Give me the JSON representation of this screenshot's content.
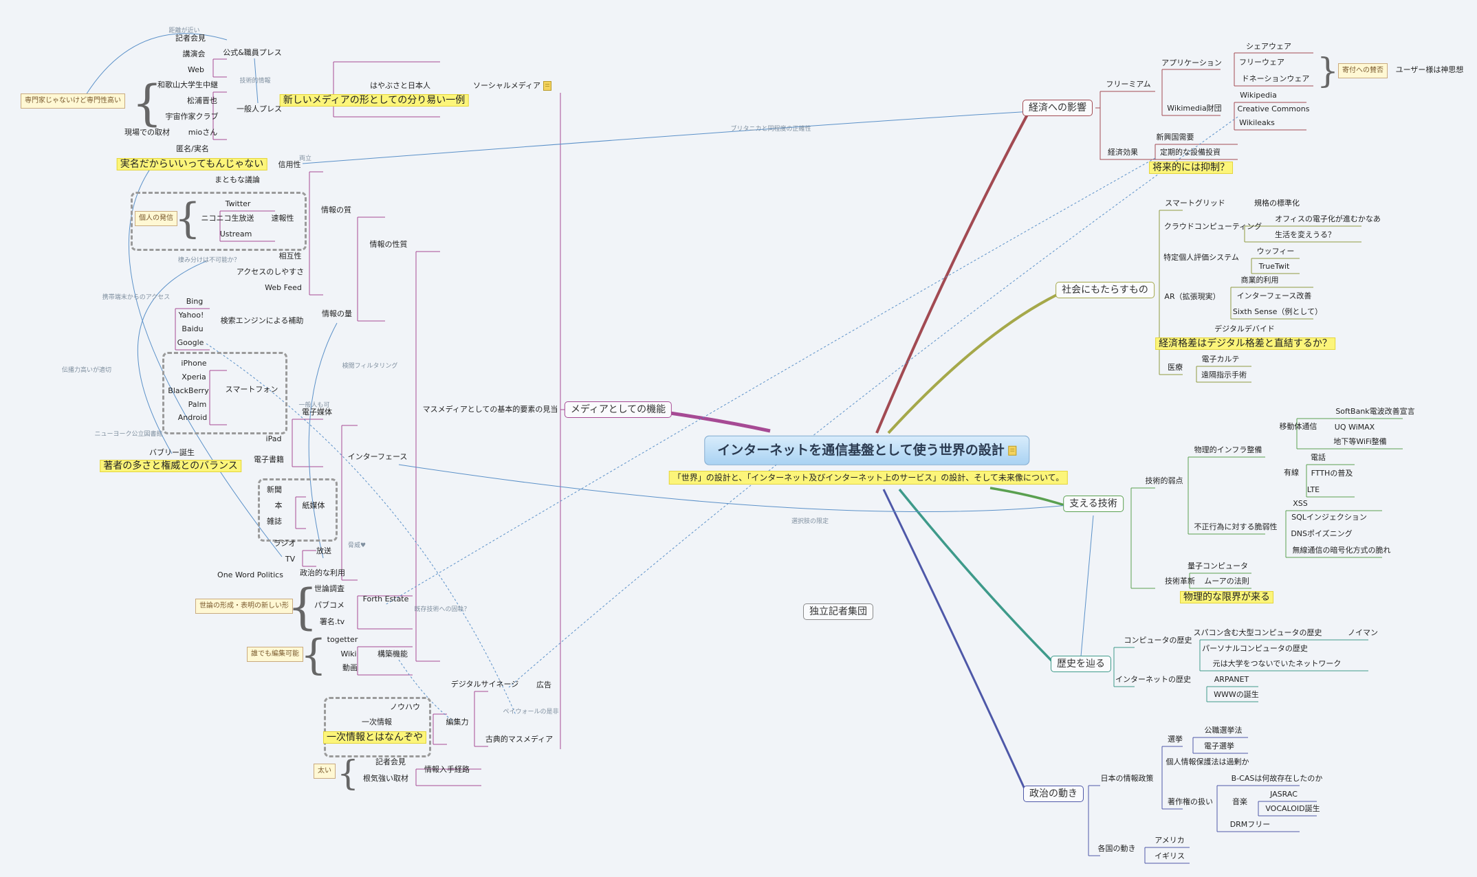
{
  "root": {
    "title": "インターネットを通信基盤として使う世界の設計",
    "subtitle": "「世界」の設計と、「インターネット及びインターネット上のサービス」の設計、そして未来像について。",
    "memo": "memo-icon"
  },
  "floating": {
    "independent": "独立記者集団"
  },
  "branches": {
    "economy": {
      "label": "経済への影響",
      "color": "#a24a52"
    },
    "society": {
      "label": "社会にもたらすもの",
      "color": "#a5a84a"
    },
    "tech": {
      "label": "支える技術",
      "color": "#5aa050"
    },
    "history": {
      "label": "歴史を辿る",
      "color": "#3e9a8a"
    },
    "politics": {
      "label": "政治の動き",
      "color": "#4e58a8"
    },
    "media": {
      "label": "メディアとしての機能",
      "color": "#a64a94"
    }
  },
  "economy": {
    "freemium": "フリーミアム",
    "application": "アプリケーション",
    "shareware": "シェアウェア",
    "freeware": "フリーウェア",
    "donationware": "ドネーションウェア",
    "donation_note": "寄付への賛否",
    "user_god": "ユーザー様は神思想",
    "wikimedia": "Wikimedia財団",
    "wikipedia": "Wikipedia",
    "cc": "Creative Commons",
    "wikileaks": "Wikileaks",
    "eco_effect": "経済効果",
    "emerging": "新興国需要",
    "capex": "定期的な設備投資",
    "future_hl": "将来的には抑制？"
  },
  "society": {
    "smartgrid": "スマートグリッド",
    "standard": "規格の標準化",
    "cloud": "クラウドコンピューティング",
    "office": "オフィスの電子化が進むかなあ",
    "life": "生活を変えうる？",
    "reputation": "特定個人評価システム",
    "woofie": "ウッフィー",
    "truetwit": "TrueTwit",
    "ar": "AR（拡張現実）",
    "commercial": "商業的利用",
    "interface": "インターフェース改善",
    "sixth": "Sixth Sense（例として）",
    "divide": "デジタルデバイド",
    "divide_hl": "経済格差はデジタル格差と直結するか？",
    "medical": "医療",
    "karte": "電子カルテ",
    "remote": "遠隔指示手術"
  },
  "tech": {
    "weak": "技術的弱点",
    "infra": "物理的インフラ整備",
    "mobile": "移動体通信",
    "softbank": "SoftBank電波改善宣言",
    "uq": "UQ WiMAX",
    "subway": "地下等WiFi整備",
    "wired": "有線",
    "phone": "電話",
    "ftth": "FTTHの普及",
    "lte": "LTE",
    "vuln": "不正行為に対する脆弱性",
    "xss": "XSS",
    "sqli": "SQLインジェクション",
    "dns": "DNSポイズニング",
    "wireless": "無線通信の暗号化方式の脆れ",
    "innovation": "技術革新",
    "quantum": "量子コンピュータ",
    "moore": "ムーアの法則",
    "limit_hl": "物理的な限界が来る"
  },
  "history": {
    "computer": "コンピュータの歴史",
    "super": "スパコン含む大型コンピュータの歴史",
    "neumann": "ノイマン",
    "pc": "パーソナルコンピュータの歴史",
    "univ": "元は大学をつないでいたネットワーク",
    "internet": "インターネットの歴史",
    "arpanet": "ARPANET",
    "www": "WWWの誕生"
  },
  "politics": {
    "japan": "日本の情報政策",
    "election": "選挙",
    "official": "公職選挙法",
    "evote": "電子選挙",
    "privacy": "個人情報保護法は過剰か",
    "copyright": "著作権の扱い",
    "bcas": "B-CASは何故存在したのか",
    "music": "音楽",
    "jasrac": "JASRAC",
    "vocaloid": "VOCALOID誕生",
    "drmfree": "DRMフリー",
    "world": "各国の動き",
    "usa": "アメリカ",
    "uk": "イギリス"
  },
  "media": {
    "social": "ソーシャルメディア",
    "hayabusa": "はやぶさと日本人",
    "new_media_hl": "新しいメディアの形としての分り易い一例",
    "official_press": "公式&職員プレス",
    "press_conf": "記者会見",
    "lecture": "講演会",
    "web": "Web",
    "general_press": "一般人プレス",
    "wakayama": "和歌山大学生中継",
    "matsuura": "松浦晋也",
    "space": "宇宙作家クラブ",
    "mio": "mioさん",
    "genba": "現場での取材",
    "expert_note": "専門家じゃないけど専門性高い",
    "info_quality": "情報の質",
    "trust": "信用性",
    "anon": "匿名/実名",
    "real_hl": "実名だからいいってもんじゃない",
    "decent": "まともな議論",
    "speed": "速報性",
    "twitter": "Twitter",
    "nico": "ニコニコ生放送",
    "ustream": "Ustream",
    "personal_note": "個人の発信",
    "mutual": "相互性",
    "access": "アクセスのしやすさ",
    "webfeed": "Web Feed",
    "info_nature": "情報の性質",
    "info_amount": "情報の量",
    "search": "検索エンジンによる補助",
    "bing": "Bing",
    "yahoo": "Yahoo!",
    "baidu": "Baidu",
    "google": "Google",
    "smartphone": "スマートフォン",
    "iphone": "iPhone",
    "xperia": "Xperia",
    "blackberry": "BlackBerry",
    "palm": "Palm",
    "android": "Android",
    "e_media": "電子媒体",
    "ipad": "iPad",
    "ebook": "電子書籍",
    "bubble": "バブリー誕生",
    "author_hl": "著者の多さと権威とのバランス",
    "interface": "インターフェース",
    "basic": "マスメディアとしての基本的要素の見当",
    "paper": "紙媒体",
    "newspaper": "新聞",
    "book": "本",
    "magazine": "雑誌",
    "broadcast": "放送",
    "radio": "ラジオ",
    "tv": "TV",
    "political": "政治的な利用",
    "owp": "One Word Politics",
    "forth": "Forth Estate",
    "poll": "世論調査",
    "pubcomment": "パブコメ",
    "signature": "署名.tv",
    "opinion_note": "世論の形成・表明の新しい形",
    "structure": "構築機能",
    "togetter": "togetter",
    "wiki": "Wiki",
    "video": "動画",
    "anyone_note": "誰でも編集可能",
    "signage": "デジタルサイネージ",
    "ad": "広告",
    "editing": "編集力",
    "knowhow": "ノウハウ",
    "primary": "一次情報",
    "primary_hl": "一次情報とはなんぞや",
    "classic": "古典的マスメディア",
    "route": "情報入手経路",
    "press_conf2": "記者会見",
    "persist": "根気強い取材",
    "thick_note": "太い"
  },
  "link_labels": {
    "distance": "距離が近い",
    "tech_info": "技術的情報",
    "britannica": "ブリタニカと同程度の正確性",
    "setsu": "両立",
    "sumiwake": "棲み分けは不可能か？",
    "mobile_access": "携帯端末からのアクセス",
    "spread": "伝播力高いが適切",
    "ny": "ニューヨーク公立図書館",
    "general_ok": "一般人も可",
    "filter": "検閲フィルタリング",
    "choice": "選択肢の限定",
    "danger": "脅威♥",
    "existing": "既存技術への固執？",
    "paywall": "ペイウォールの是非"
  }
}
